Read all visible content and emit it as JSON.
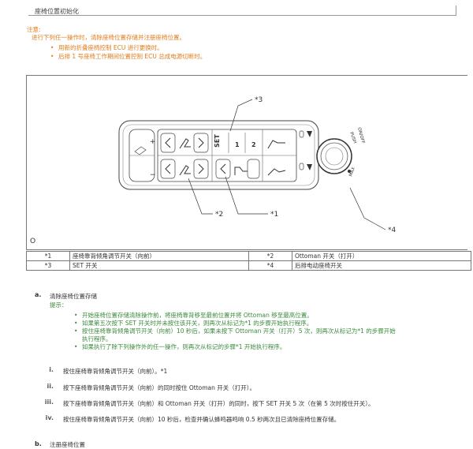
{
  "header": {
    "title": "座椅位置初始化"
  },
  "caution": {
    "label": "注意:",
    "intro": "进行下列任一操作时，清除座椅位置存储并注册座椅位置。",
    "items": [
      "用新的折叠座椅控制 ECU 进行更换时。",
      "后排 1 号座椅工作期间位置控制 ECU 总成电源切断时。"
    ]
  },
  "figure": {
    "callouts": [
      "*3",
      "*2",
      "*1",
      "*4"
    ],
    "corner_mark": "O",
    "panel_labels": {
      "set": "SET",
      "mem1": "1",
      "mem2": "2",
      "plus": "+",
      "minus": "−",
      "push": "PUSH",
      "onoff": "ON/OFF",
      "max": "MAX"
    }
  },
  "legend": [
    {
      "k1": "*1",
      "v1": "座椅靠背倾角调节开关（向前）",
      "k2": "*2",
      "v2": "Ottoman 开关（打开）"
    },
    {
      "k1": "*3",
      "v1": "SET 开关",
      "k2": "*4",
      "v2": "后排电动座椅开关"
    }
  ],
  "section_a": {
    "label": "a.",
    "title": "清除座椅位置存储",
    "hint": "提示：",
    "notes": [
      "开始座椅位置存储清除操作前，将座椅靠背移至最前位置并将 Ottoman 移至最高位置。",
      "如果第五次按下 SET 开关时并未按住该开关，则再次从标记为*1 的步骤开始执行程序。",
      "按住座椅靠背倾角调节开关（向前）10 秒后，如果未按下 Ottoman 开关（打开）5 次，则再次从标记为*1 的步骤开始",
      "执行程序。",
      "如果执行了除下列操作外的任一操作，则再次从标记的步骤*1 开始执行程序。"
    ],
    "steps": [
      {
        "num": "i.",
        "text": "按住座椅靠背倾角调节开关（向前）。*1"
      },
      {
        "num": "ii.",
        "text": "按下座椅靠背倾角调节开关（向前）的同时按住 Ottoman 开关（打开）。"
      },
      {
        "num": "iii.",
        "text": "按下座椅靠背倾角调节开关（向前）和 Ottoman 开关（打开）的同时，按下 SET 开关 5 次（在第 5 次时按住开关）。"
      },
      {
        "num": "iv.",
        "text": "按住座椅靠背倾角调节开关（向前）10 秒后，检查并确认蜂鸣器鸣响 0.5 秒两次且已清除座椅位置存储。"
      }
    ]
  },
  "section_b": {
    "label": "b.",
    "title": "注册座椅位置"
  },
  "colors": {
    "caution": "#e07b1a",
    "hint": "#3a8a3a"
  }
}
